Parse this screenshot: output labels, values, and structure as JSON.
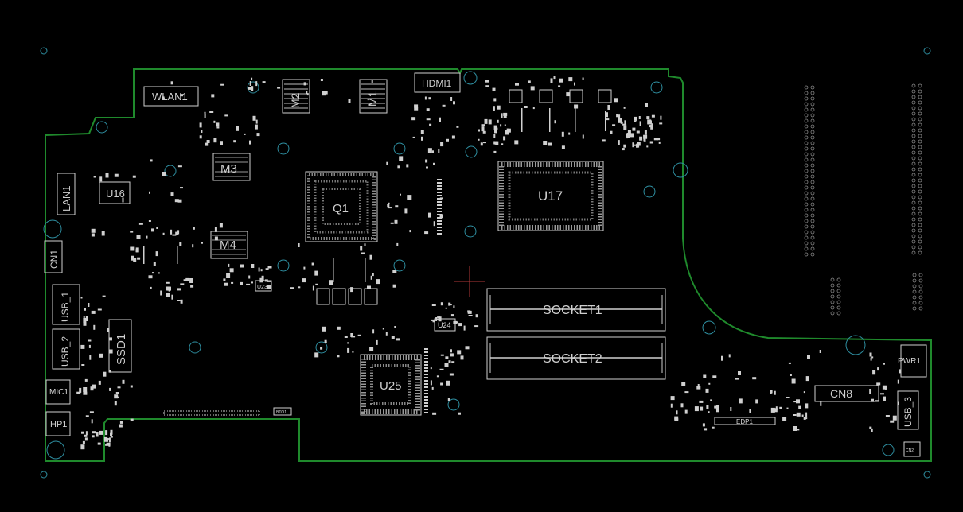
{
  "colors": {
    "background": "#000000",
    "board_edge": "#1f8a2c",
    "mount_hole": "#2e8ea0",
    "silkscreen": "#d8d8d8",
    "crosshair": "#b03838"
  },
  "components": {
    "wlan1": "WLAN1",
    "hdmi1": "HDMI1",
    "m1": "M1",
    "m2": "M2",
    "m3": "M3",
    "m4": "M4",
    "q1": "Q1",
    "u16": "U16",
    "u17": "U17",
    "u23": "U23",
    "u24": "U24",
    "u25": "U25",
    "lan1": "LAN1",
    "cn1": "CN1",
    "usb1": "USB_1",
    "usb2": "USB_2",
    "usb3": "USB_3",
    "ssd1": "SSD1",
    "mic1": "MIC1",
    "hp1": "HP1",
    "socket1": "SOCKET1",
    "socket2": "SOCKET2",
    "cn8": "CN8",
    "edp1": "EDP1",
    "pwr1": "PWR1",
    "bt01": "BTO1",
    "cn2": "CN2"
  }
}
